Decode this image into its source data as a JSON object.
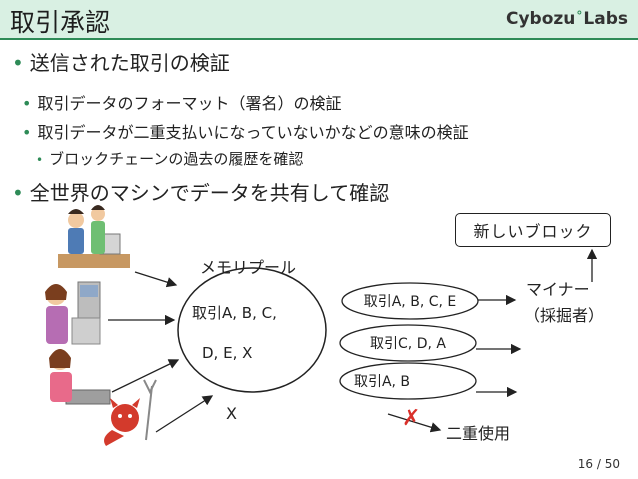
{
  "header": {
    "title": "取引承認",
    "logo_text": "Cybozu",
    "logo_mark": "°",
    "logo_suffix": "Labs"
  },
  "bullets": [
    {
      "text": "送信された取引の検証"
    },
    {
      "text": "取引データのフォーマット（署名）の検証"
    },
    {
      "text": "取引データが二重支払いになっていないかなどの意味の検証"
    },
    {
      "text": "ブロックチェーンの過去の履歴を確認"
    },
    {
      "text": "全世界のマシンでデータを共有して確認"
    }
  ],
  "diagram": {
    "mempool_label": "メモリプール",
    "pool_line1": "取引A, B, C,",
    "pool_line2": "D, E, X",
    "x_label": "X",
    "new_block": "新しいブロック",
    "miner_line1": "マイナー",
    "miner_line2": "（採掘者）",
    "transactions": [
      "取引A, B, C, E",
      "取引C, D, A",
      "取引A, B"
    ],
    "double_spend_mark": "✗",
    "double_spend_label": "二重使用"
  },
  "colors": {
    "header_bg": "#d9f0e3",
    "accent": "#2e8b57",
    "reject": "#d9302a"
  },
  "page": {
    "number": "16 / 50"
  }
}
